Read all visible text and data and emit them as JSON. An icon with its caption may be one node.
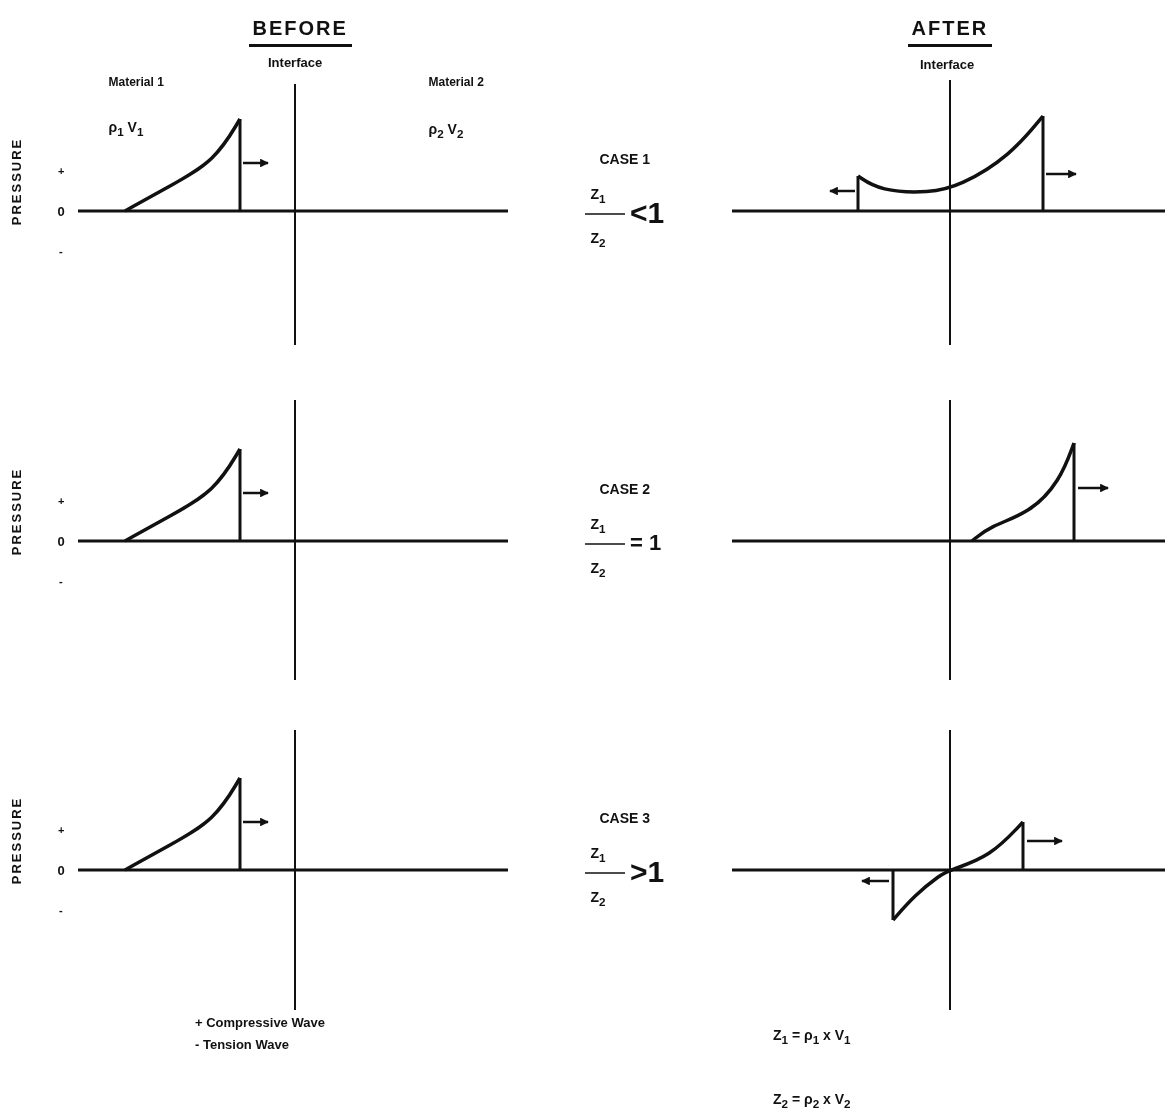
{
  "diagram": {
    "labels": [
      "BEFORE",
      "AFTER",
      "Interface",
      "Interface",
      "Material 1",
      "Material 2",
      "ρ$_{1}$  V$_{1}$",
      "ρ$_{2}$  V$_{2}$",
      "PRESSURE",
      "+",
      "0",
      "-",
      "CASE 1",
      "Z$_{1}$",
      "Z$_{2}$",
      "<1",
      "PRESSURE",
      "+",
      "0",
      "-",
      "CASE 2",
      "Z$_{1}$",
      "Z$_{2}$",
      "= 1",
      "PRESSURE",
      "+",
      "0",
      "-",
      "CASE 3",
      "Z$_{1}$",
      "Z$_{2}$",
      ">1",
      "+ Compressive Wave",
      "- Tension Wave",
      "Z$_{1}$ = ρ$_{1}$ x V$_{1}$",
      "Z$_{2}$ = ρ$_{2}$ x V$_{2}$"
    ]
  }
}
